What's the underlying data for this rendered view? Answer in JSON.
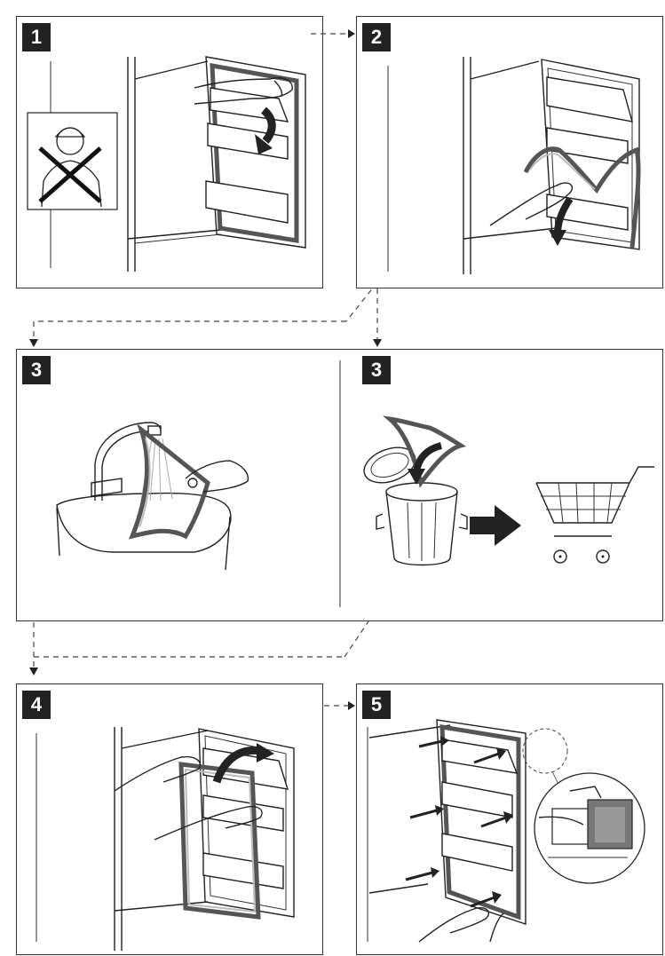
{
  "steps": [
    {
      "id": "step1",
      "label": "1"
    },
    {
      "id": "step2",
      "label": "2"
    },
    {
      "id": "step3a",
      "label": "3"
    },
    {
      "id": "step3b",
      "label": "3"
    },
    {
      "id": "step4",
      "label": "4"
    },
    {
      "id": "step5",
      "label": "5"
    }
  ],
  "icons": {
    "no_technician": "no-technician-icon",
    "trash": "trash-can-icon",
    "cart": "shopping-cart-icon",
    "tap": "water-tap-icon"
  },
  "colors": {
    "badge": "#222222",
    "line": "#222222",
    "gasket": "#555555"
  }
}
